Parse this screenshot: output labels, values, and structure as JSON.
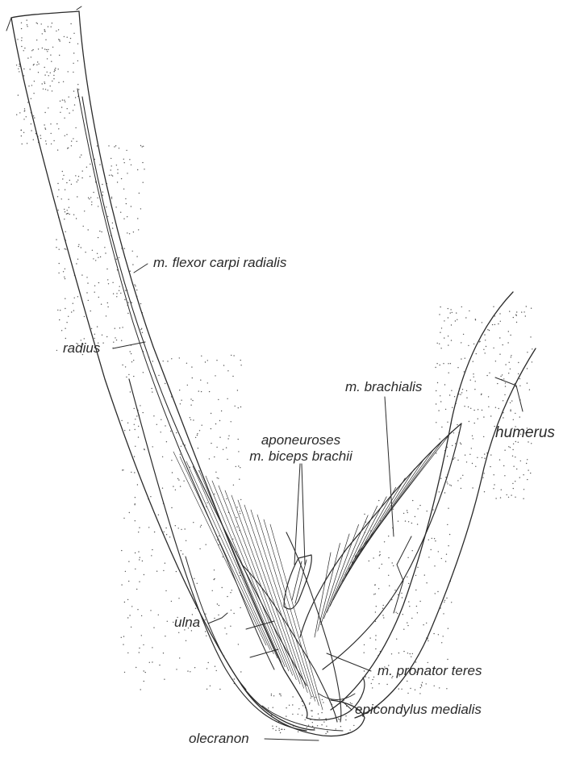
{
  "figure": {
    "labels": {
      "flexor": "m. flexor carpi radialis",
      "radius": "radius",
      "brachialis": "m. brachialis",
      "humerus": "humerus",
      "aponeuroses_line1": "aponeuroses",
      "aponeuroses_line2": "m. biceps brachii",
      "ulna": "ulna",
      "pronator": "m. pronator teres",
      "epicondylus": "epicondylus medialis",
      "olecranon": "olecranon"
    },
    "colors": {
      "ink": "#2a2a2a",
      "background": "#ffffff"
    }
  }
}
